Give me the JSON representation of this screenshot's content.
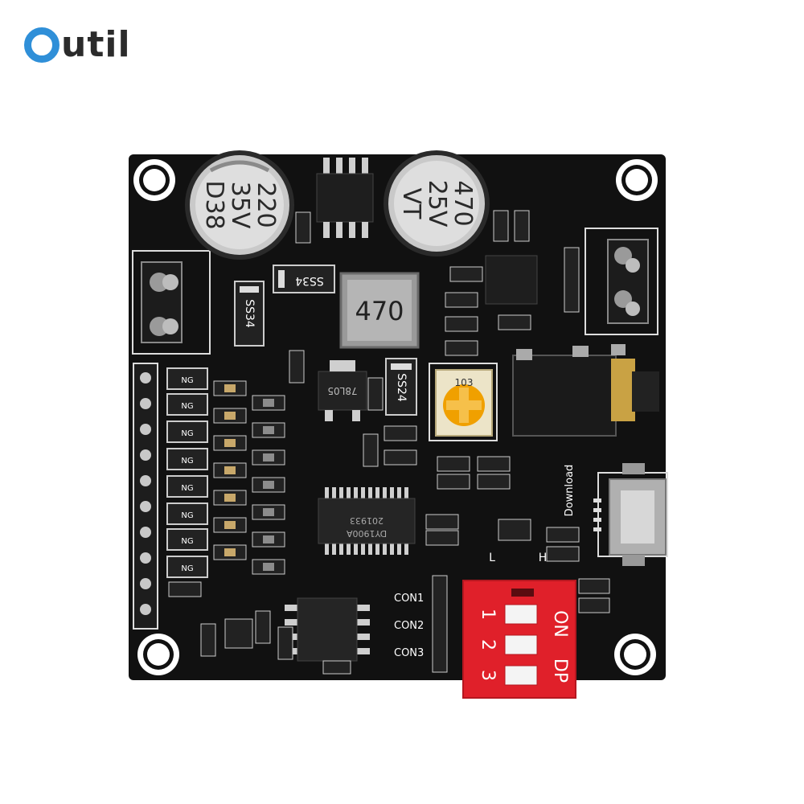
{
  "brand": {
    "name_rest": "util",
    "logo_color": "#2f8fd8"
  },
  "capacitors": {
    "left": {
      "line1": "220",
      "line2": "35V",
      "line3": "D38"
    },
    "right": {
      "line1": "470",
      "line2": "25V",
      "line3": "VT"
    }
  },
  "inductor_label": "470",
  "diodes": {
    "d1": "SS34",
    "d2": "SS34",
    "d3": "SS24"
  },
  "regulator_label": "78L05",
  "potentiometer_label": "103",
  "main_ic": {
    "line1": "201933",
    "line2": "DY1900A"
  },
  "ng_label": "NG",
  "silkscreen": {
    "download": "Download",
    "low": "L",
    "high": "H",
    "con1": "CON1",
    "con2": "CON2",
    "con3": "CON3"
  },
  "dip_switch": {
    "on": "ON",
    "dp": "DP",
    "positions": [
      "1",
      "2",
      "3"
    ],
    "color": "#e0202a"
  }
}
